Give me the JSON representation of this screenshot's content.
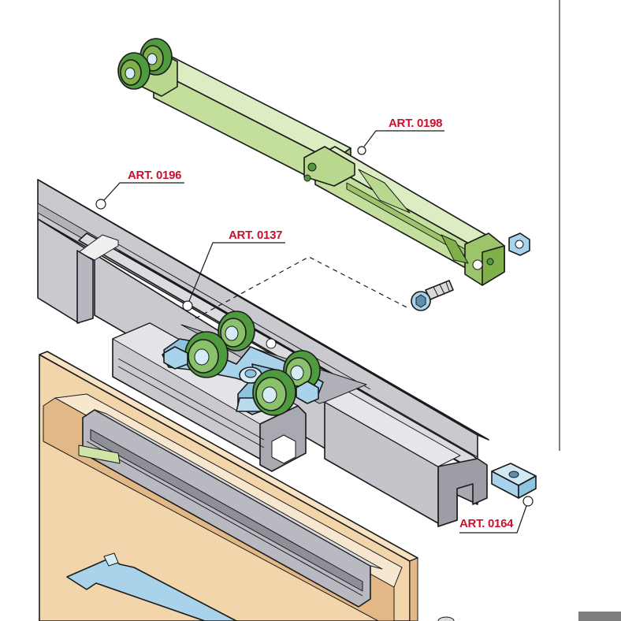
{
  "labels": {
    "art_0198": "ART. 0198",
    "art_0196": "ART. 0196",
    "art_0137": "ART. 0137",
    "art_0164": "ART. 0164"
  },
  "colors": {
    "label_red": "#c8102e",
    "damper_green": "#c4df9c",
    "damper_green_dark": "#9cc46a",
    "wheel_green": "#4f9a3e",
    "rail_gray": "#c9c9cf",
    "rail_gray_dark": "#9d9da5",
    "bracket_blue": "#a9d3ea",
    "wood": "#f2d5ab",
    "wood_dark": "#e2b886"
  }
}
